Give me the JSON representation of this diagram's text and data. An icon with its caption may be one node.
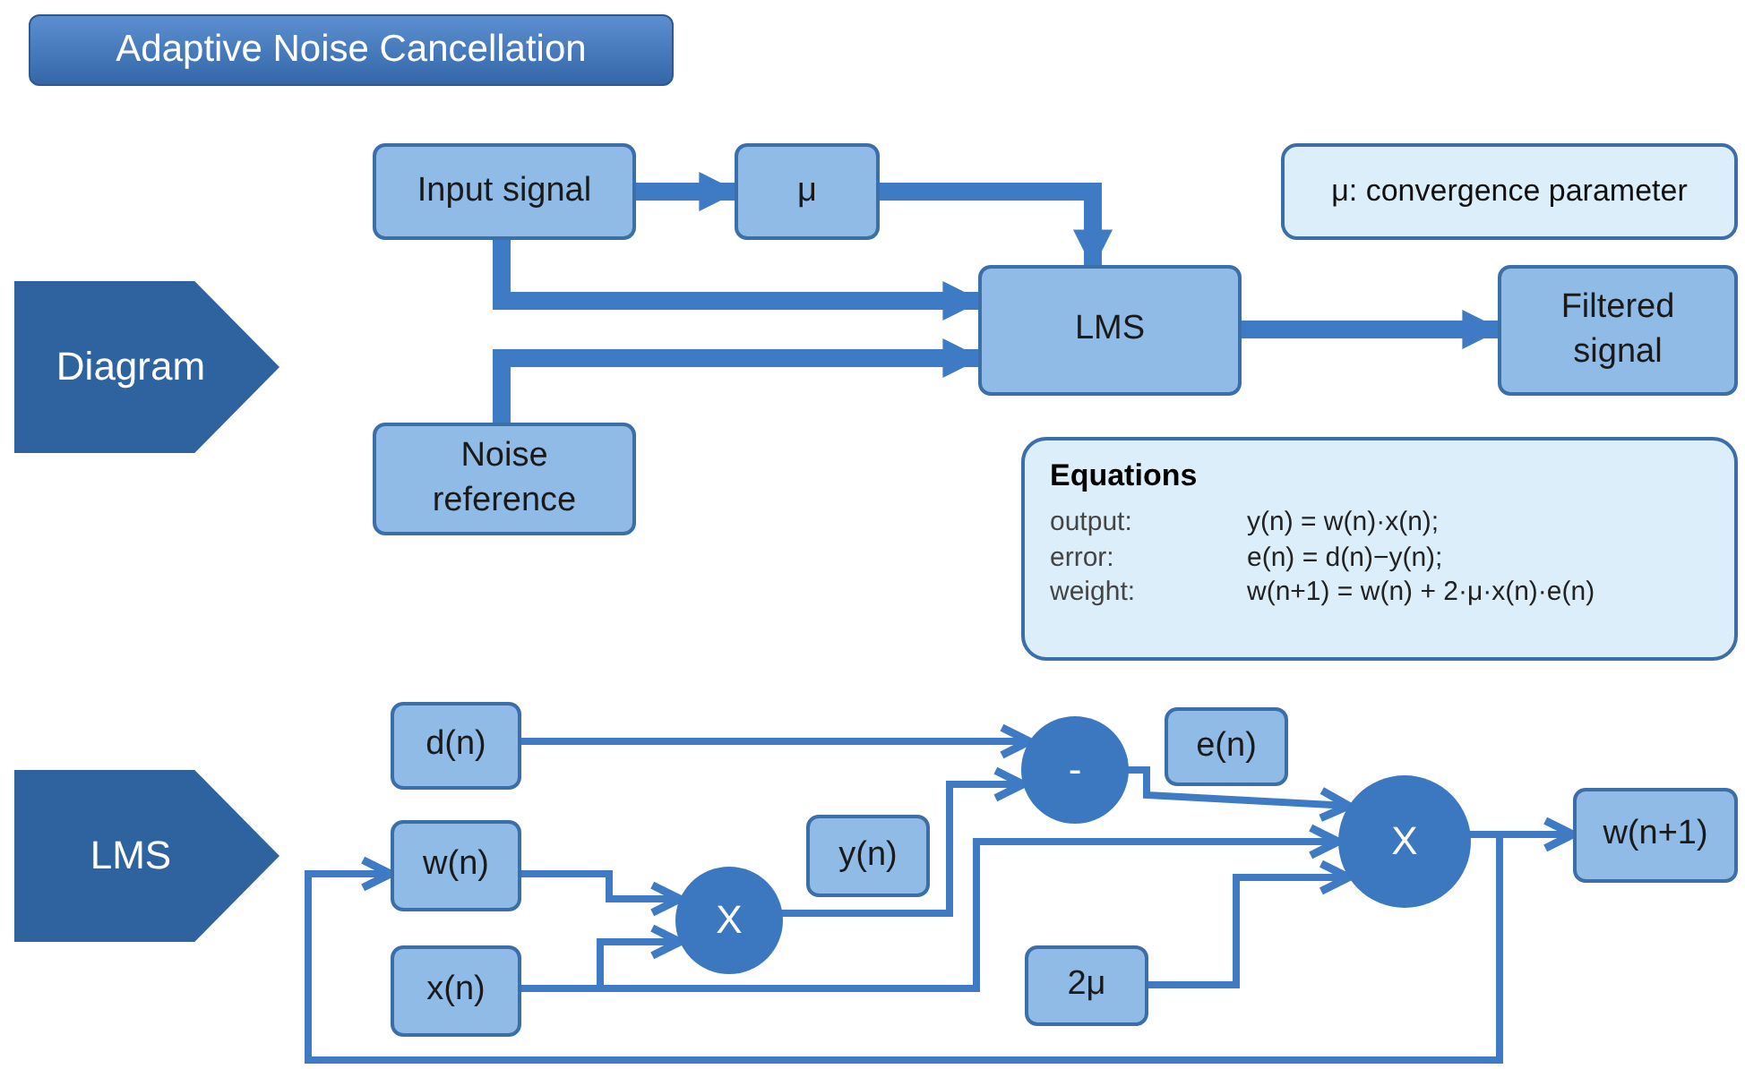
{
  "diagram": {
    "title": "Adaptive Noise Cancellation",
    "nodes": [
      {
        "text": [
          "Diagram"
        ]
      },
      {
        "text": [
          "Input signal"
        ]
      },
      {
        "text": [
          "μ"
        ]
      },
      {
        "text": [
          "μ: convergence parameter"
        ]
      },
      {
        "text": [
          "LMS"
        ]
      },
      {
        "text": [
          "Filtered signal"
        ]
      },
      {
        "text": [
          "Noise reference"
        ]
      },
      {
        "text": [
          "Equations",
          "output:",
          "y(n) = w(n)·x(n);",
          "error:",
          "e(n) = d(n)−y(n);",
          "weight:",
          "w(n+1) = w(n) + 2·μ·x(n)·e(n)"
        ]
      },
      {
        "text": [
          "LMS"
        ]
      },
      {
        "text": [
          "d(n)"
        ]
      },
      {
        "text": [
          "-"
        ]
      },
      {
        "text": [
          "e(n)"
        ]
      },
      {
        "text": [
          "w(n)"
        ]
      },
      {
        "text": [
          "y(n)"
        ]
      },
      {
        "text": [
          "X"
        ]
      },
      {
        "text": [
          "w(n+1)"
        ]
      },
      {
        "text": [
          "X"
        ]
      },
      {
        "text": [
          "x(n)"
        ]
      },
      {
        "text": [
          "2μ"
        ]
      }
    ],
    "edges": [
      {
        "from": 1,
        "to": 2,
        "arrow": "to",
        "style": "thick"
      },
      {
        "from": 2,
        "to": 4,
        "arrow": "to",
        "style": "thick"
      },
      {
        "from": 1,
        "to": 4,
        "arrow": "to",
        "style": "thick"
      },
      {
        "from": 6,
        "to": 4,
        "arrow": "to",
        "style": "thick"
      },
      {
        "from": 4,
        "to": 5,
        "arrow": "to",
        "style": "thick"
      },
      {
        "from": 9,
        "to": 10,
        "arrow": "to"
      },
      {
        "from": 12,
        "to": 16,
        "arrow": "to"
      },
      {
        "from": 17,
        "to": 16,
        "arrow": "to"
      },
      {
        "from": 17,
        "to": 14,
        "arrow": "to"
      },
      {
        "from": 16,
        "to": 10,
        "arrow": "to"
      },
      {
        "from": 10,
        "to": 14,
        "arrow": "to"
      },
      {
        "from": 18,
        "to": 14,
        "arrow": "to"
      },
      {
        "from": 14,
        "to": 15,
        "arrow": "to"
      },
      {
        "from": 14,
        "to": 12,
        "arrow": "to"
      }
    ]
  }
}
